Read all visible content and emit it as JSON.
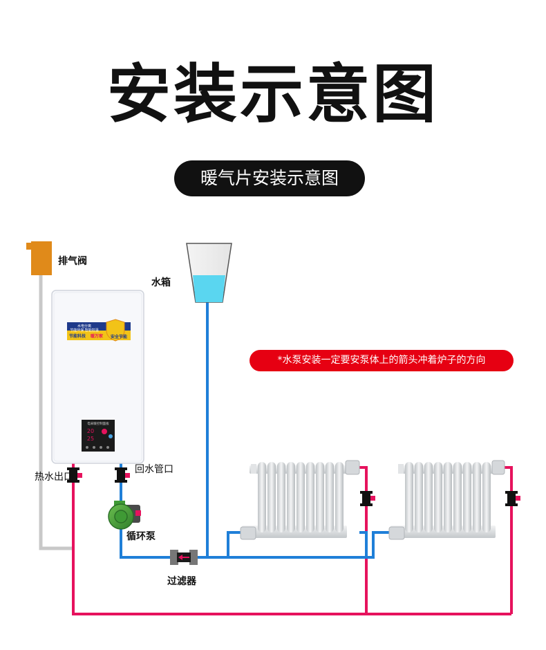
{
  "title": "安装示意图",
  "subtitle": "暖气片安装示意图",
  "labels": {
    "exhaust_valve": "排气阀",
    "water_tank": "水箱",
    "hot_water_outlet": "热水出口",
    "return_inlet": "回水管口",
    "circulation_pump": "循环泵",
    "filter": "过滤器"
  },
  "note": "*水泵安装一定要安泵体上的箭头冲着炉子的方向",
  "boiler_badge": {
    "line1": "水电分离",
    "line2": "节能环保 智能控温",
    "left": "节能科技",
    "brand": "暖万家",
    "shield": "安全节能"
  },
  "display": {
    "header": "电采暖控制面板",
    "value1": "20",
    "value2": "25"
  },
  "colors": {
    "hot_pipe": "#e6125d",
    "cold_pipe": "#1f7fd8",
    "gray_pipe": "#c8c8c8",
    "valve_handle": "#e6125d",
    "note_bg": "#e60012"
  }
}
